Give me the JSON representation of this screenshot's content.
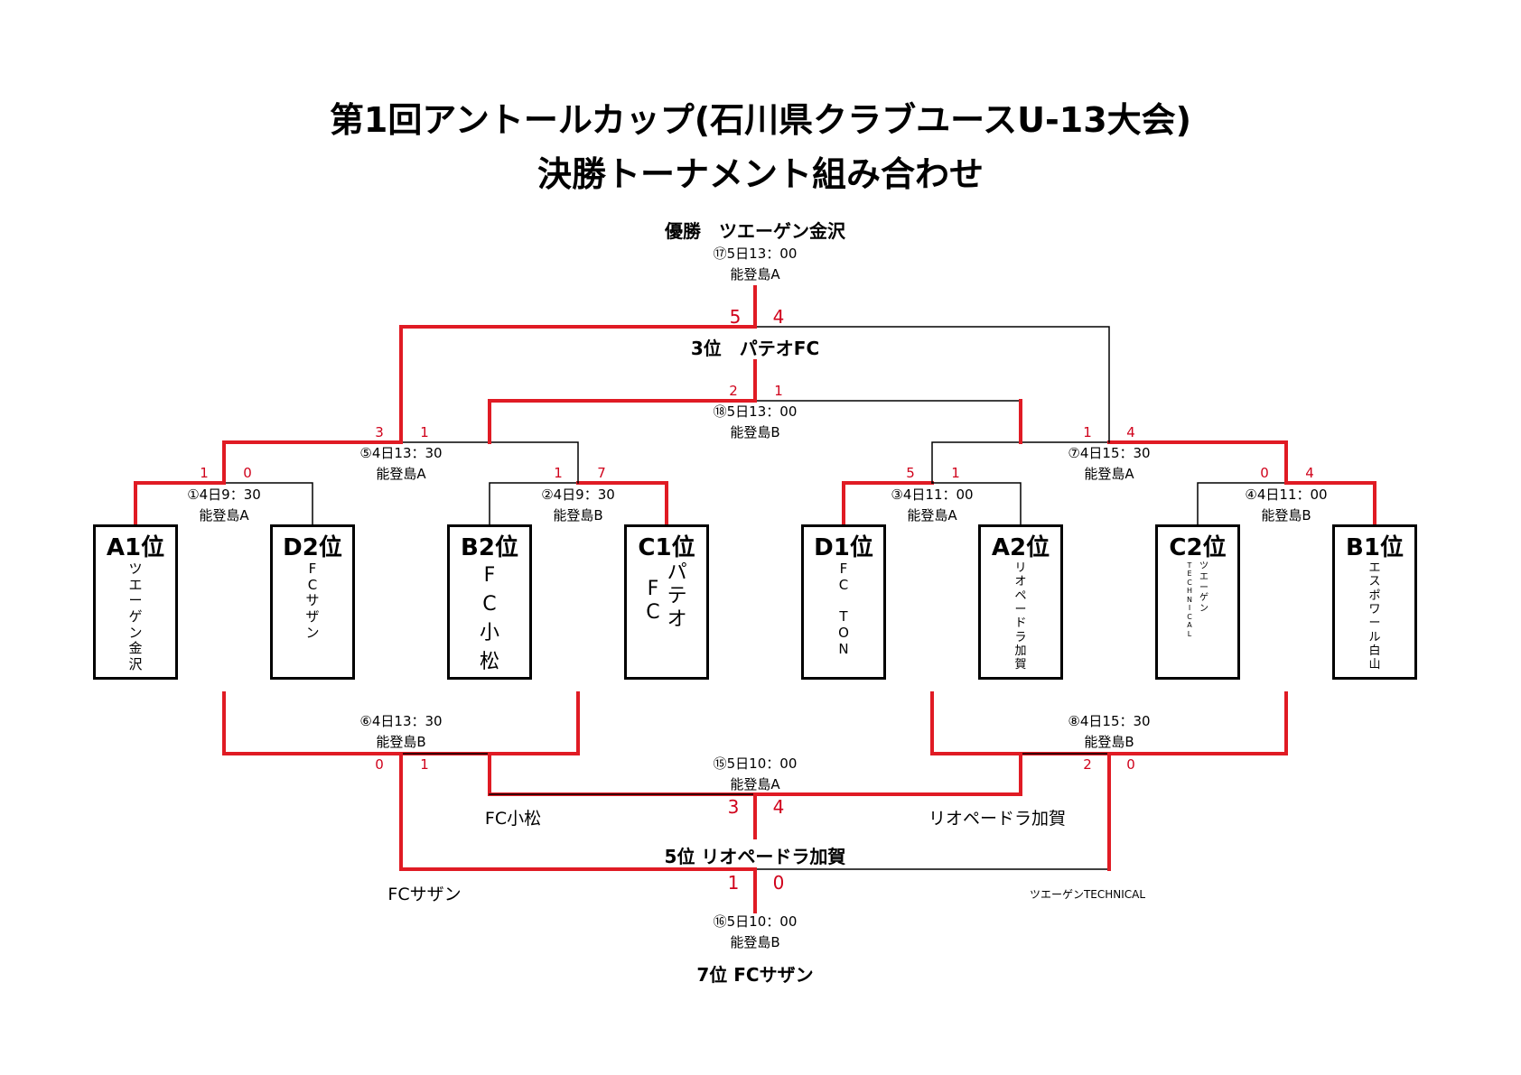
{
  "title": {
    "line1": "第1回アントールカップ(石川県クラブユースU-13大会)",
    "line2": "決勝トーナメント組み合わせ"
  },
  "champion": "優勝　ツエーゲン金沢",
  "third": "3位　パテオFC",
  "fifth": "5位 リオペードラ加賀",
  "seventh": "7位 FCサザン",
  "colors": {
    "winner_line": "#e01b24",
    "loser_line": "#000000",
    "score": "#d0021b"
  },
  "teams": [
    {
      "seed": "A1位",
      "cols": [
        "ツエーゲン金沢"
      ],
      "size": "s"
    },
    {
      "seed": "D2位",
      "cols": [
        "FCサザン"
      ],
      "size": "s"
    },
    {
      "seed": "B2位",
      "cols": [
        "FC小松"
      ],
      "size": "l"
    },
    {
      "seed": "C1位",
      "cols": [
        "パテオ",
        "FC"
      ],
      "size": "l"
    },
    {
      "seed": "D1位",
      "cols": [
        "FC　TON"
      ],
      "size": "s"
    },
    {
      "seed": "A2位",
      "cols": [
        "リオペードラ加賀"
      ],
      "size": "xs"
    },
    {
      "seed": "C2位",
      "cols": [
        "ツエーゲン",
        "TECHNICAL"
      ],
      "size": "xxs"
    },
    {
      "seed": "B1位",
      "cols": [
        "エスポワール白山"
      ],
      "size": "xs"
    }
  ],
  "matches": {
    "m1": {
      "time": "①4日9：30",
      "venue": "能登島A",
      "scores": [
        "1",
        "0"
      ]
    },
    "m2": {
      "time": "②4日9：30",
      "venue": "能登島B",
      "scores": [
        "1",
        "7"
      ]
    },
    "m3": {
      "time": "③4日11：00",
      "venue": "能登島A",
      "scores": [
        "5",
        "1"
      ]
    },
    "m4": {
      "time": "④4日11：00",
      "venue": "能登島B",
      "scores": [
        "0",
        "4"
      ]
    },
    "m5": {
      "time": "⑤4日13：30",
      "venue": "能登島A",
      "scores": [
        "3",
        "1"
      ]
    },
    "m6": {
      "time": "⑥4日13：30",
      "venue": "能登島B",
      "scores": [
        "0",
        "1"
      ]
    },
    "m7": {
      "time": "⑦4日15：30",
      "venue": "能登島A",
      "scores": [
        "1",
        "4"
      ]
    },
    "m8": {
      "time": "⑧4日15：30",
      "venue": "能登島B",
      "scores": [
        "2",
        "0"
      ]
    },
    "m15": {
      "time": "⑮5日10：00",
      "venue": "能登島A",
      "scores": [
        "3",
        "4"
      ]
    },
    "m16": {
      "time": "⑯5日10：00",
      "venue": "能登島B",
      "scores": [
        "1",
        "0"
      ]
    },
    "m17": {
      "time": "⑰5日13：00",
      "venue": "能登島A",
      "scores": [
        "5",
        "4"
      ]
    },
    "m18": {
      "time": "⑱5日13：00",
      "venue": "能登島B",
      "scores": [
        "2",
        "1"
      ]
    }
  },
  "labels": {
    "fc_komatsu": "FC小松",
    "rio_kaga": "リオペードラ加賀",
    "fc_southern": "FCサザン",
    "zweigen_tech": "ツエーゲンTECHNICAL"
  }
}
